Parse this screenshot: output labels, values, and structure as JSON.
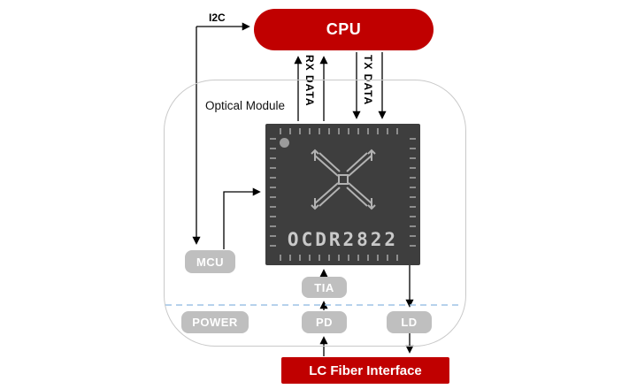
{
  "diagram": {
    "cpu_label": "CPU",
    "i2c_label": "I2C",
    "rx_label": "RX DATA",
    "tx_label": "TX DATA",
    "module_label": "Optical Module",
    "chip_label": "OCDR2822",
    "mcu_label": "MCU",
    "tia_label": "TIA",
    "power_label": "POWER",
    "pd_label": "PD",
    "ld_label": "LD",
    "fiber_label": "LC Fiber Interface",
    "colors": {
      "accent_red": "#c00000",
      "chip_body": "#3e3e3e",
      "block_gray": "#bfbfbf",
      "outline_gray": "#c9c9c9",
      "dashed_blue": "#9dc3e6",
      "wire_black": "#000000"
    }
  }
}
